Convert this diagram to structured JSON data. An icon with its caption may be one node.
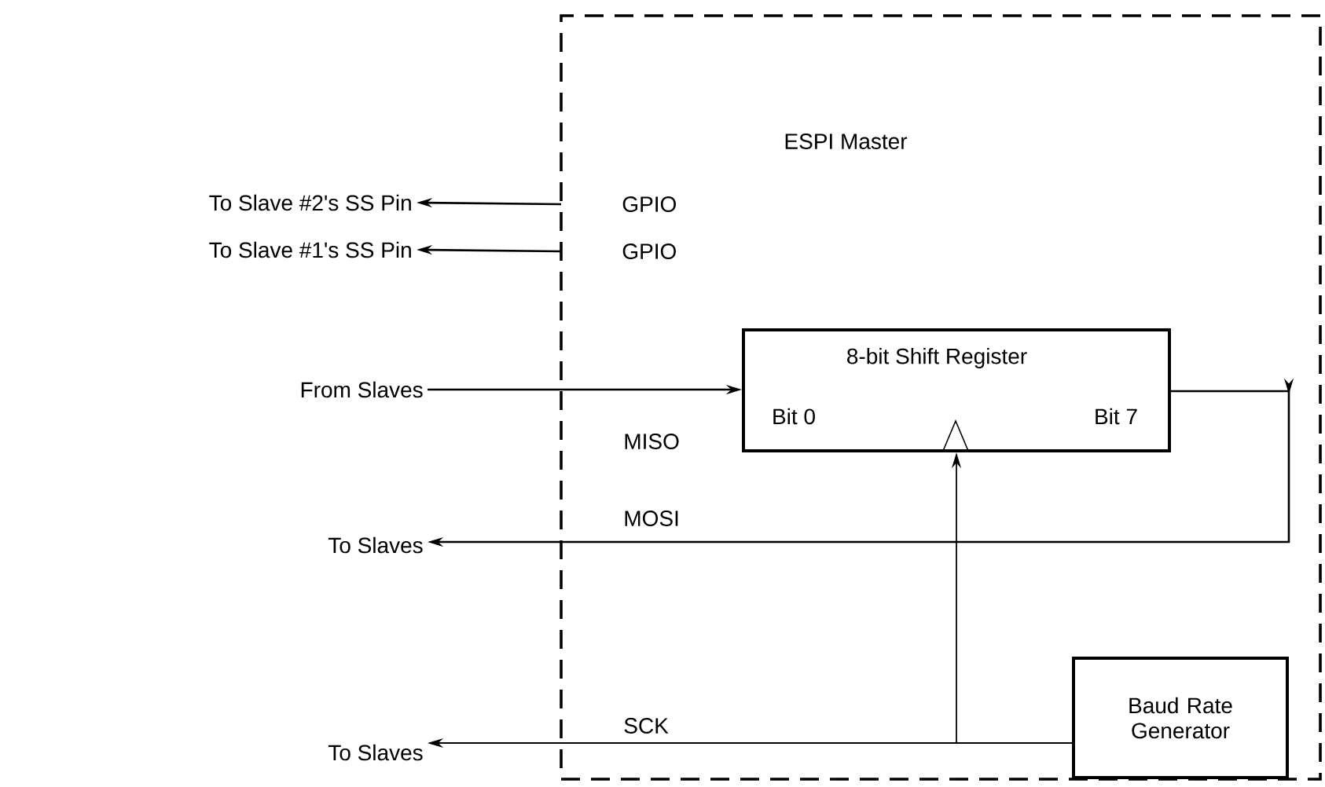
{
  "diagram": {
    "nodes": [
      {
        "text": [
          "ESPI Master"
        ]
      },
      {
        "text": [
          "8-bit Shift Register",
          "Bit 0",
          "Bit 7"
        ],
        "in": 0
      },
      {
        "text": [
          "Baud Rate Generator"
        ],
        "in": 0
      },
      {
        "text": [
          "GPIO"
        ],
        "in": 0
      },
      {
        "text": [
          "GPIO"
        ],
        "in": 0
      },
      {
        "text": [
          "To Slave #2's SS Pin"
        ]
      },
      {
        "text": [
          "To Slave #1's SS Pin"
        ]
      },
      {
        "text": [
          "From Slaves"
        ]
      },
      {
        "text": [
          "To Slaves"
        ]
      },
      {
        "text": [
          "To Slaves"
        ]
      }
    ],
    "edges": [
      {
        "from": 3,
        "to": 5,
        "arrow": "to"
      },
      {
        "from": 4,
        "to": 6,
        "arrow": "to"
      },
      {
        "from": 7,
        "to": 1,
        "arrow": "to"
      },
      {
        "from": 1,
        "to": 8,
        "arrow": "to"
      },
      {
        "from": 2,
        "to": 9,
        "arrow": "to"
      },
      {
        "from": 2,
        "to": 1,
        "arrow": "to"
      }
    ],
    "labels": [
      "MISO",
      "MOSI",
      "SCK"
    ]
  }
}
